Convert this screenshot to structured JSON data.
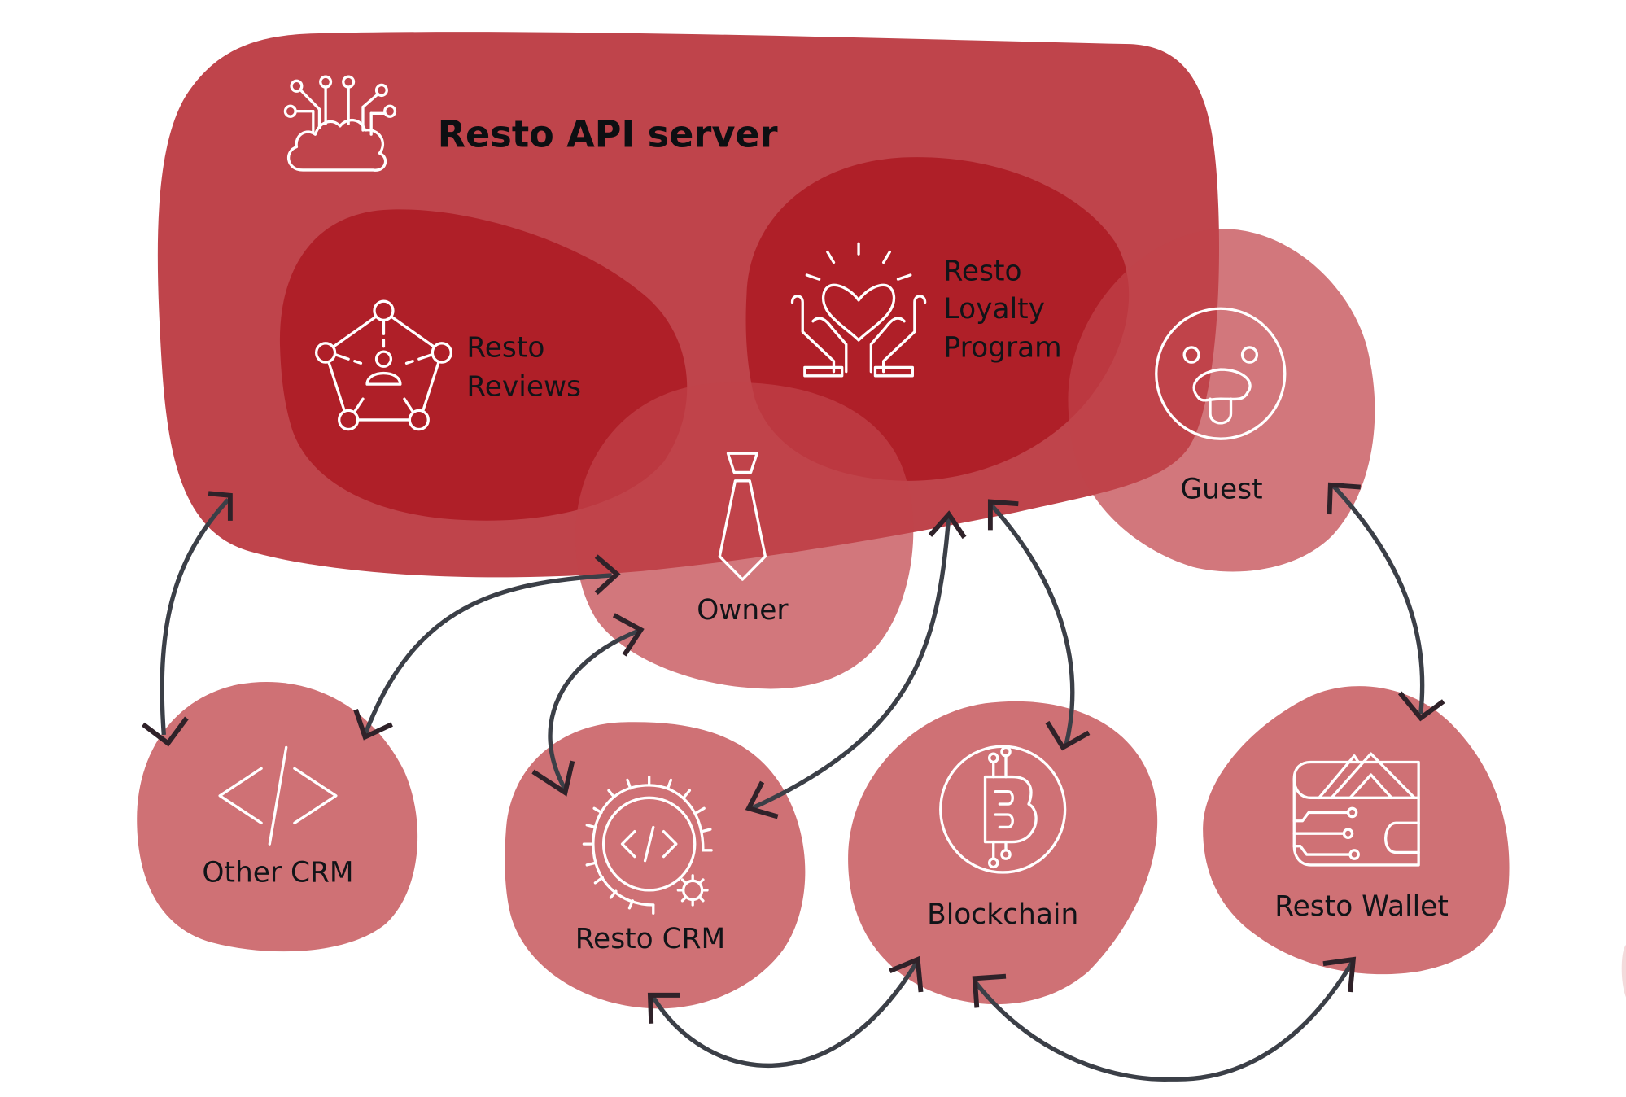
{
  "diagram": {
    "title": "Resto API server",
    "colors": {
      "server": "#BF444B",
      "module": "#B01F28",
      "node": "#CF7175",
      "arrow": "#3B3F47",
      "icon": "#FFFFFF",
      "text": "#111418"
    },
    "nodes": {
      "reviews": {
        "line1": "Resto",
        "line2": "Reviews",
        "icon": "network-user-icon"
      },
      "loyalty": {
        "line1": "Resto",
        "line2": "Loyalty",
        "line3": "Program",
        "icon": "hands-heart-icon"
      },
      "owner": {
        "label": "Owner",
        "icon": "necktie-icon"
      },
      "guest": {
        "label": "Guest",
        "icon": "face-tongue-icon"
      },
      "other_crm": {
        "label": "Other CRM",
        "icon": "code-icon"
      },
      "resto_crm": {
        "label": "Resto CRM",
        "icon": "code-gear-icon"
      },
      "blockchain": {
        "label": "Blockchain",
        "icon": "bitcoin-icon"
      },
      "wallet": {
        "label": "Resto Wallet",
        "icon": "wallet-icon"
      }
    },
    "connections": [
      {
        "from": "Resto API server",
        "to": "Other CRM",
        "direction": "bidirectional"
      },
      {
        "from": "Owner",
        "to": "Other CRM",
        "direction": "bidirectional"
      },
      {
        "from": "Owner",
        "to": "Resto CRM",
        "direction": "bidirectional"
      },
      {
        "from": "Resto API server",
        "to": "Resto CRM",
        "direction": "bidirectional"
      },
      {
        "from": "Resto API server",
        "to": "Blockchain",
        "direction": "bidirectional"
      },
      {
        "from": "Guest",
        "to": "Resto Wallet",
        "direction": "bidirectional"
      },
      {
        "from": "Resto CRM",
        "to": "Blockchain",
        "direction": "bidirectional"
      },
      {
        "from": "Blockchain",
        "to": "Resto Wallet",
        "direction": "bidirectional"
      }
    ]
  }
}
